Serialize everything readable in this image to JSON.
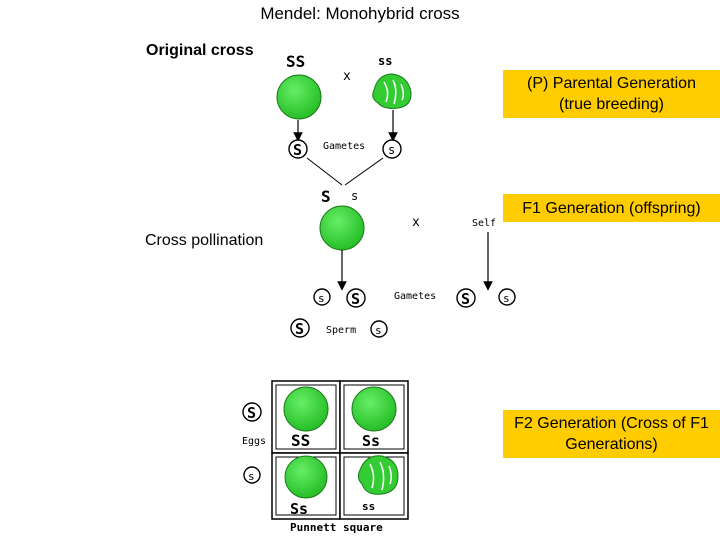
{
  "title": "Mendel: Monohybrid cross",
  "labels": {
    "original_cross": "Original cross",
    "cross_pollination": "Cross pollination"
  },
  "callouts": {
    "parental": "(P) Parental Generation (true breeding)",
    "f1": "F1 Generation (offspring)",
    "f2": "F2 Generation (Cross of F1 Generations)"
  },
  "diagram": {
    "parent_left_genotype": "SS",
    "parent_right_genotype": "ss",
    "cross_symbol": "x",
    "gametes_label": "Gametes",
    "gamete_dominant": "S",
    "gamete_recessive": "s",
    "f1_genotype_dominant": "S",
    "f1_genotype_recessive": "s",
    "self_label": "Self",
    "sperm_label": "Sperm",
    "eggs_label": "Eggs",
    "punnett_label": "Punnett square",
    "punnett_cells": [
      "SS",
      "Ss",
      "Ss",
      "ss"
    ]
  },
  "colors": {
    "callout_bg": "#ffcc00",
    "pea_smooth": "#33dd33",
    "pea_wrinkled": "#33cc33"
  }
}
